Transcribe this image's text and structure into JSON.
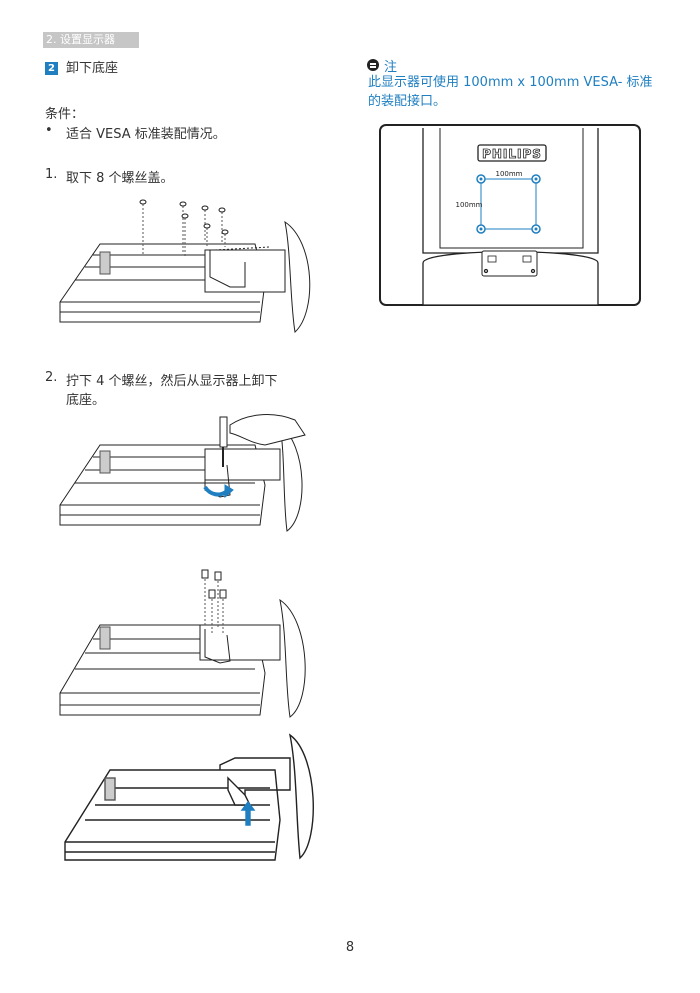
{
  "header": {
    "chapter": "2. 设置显示器"
  },
  "section": {
    "number": "2",
    "title": "卸下底座"
  },
  "conditions": {
    "label": "条件：",
    "bullet": "•",
    "item": "适合 VESA 标准装配情况。"
  },
  "steps": [
    {
      "num": "1.",
      "text": "取下 8 个螺丝盖。"
    },
    {
      "num": "2.",
      "line1": "拧下 4 个螺丝，然后从显示器上卸下",
      "line2": "底座。"
    }
  ],
  "note": {
    "title": "注",
    "body": "此显示器可使用 100mm x 100mm VESA- 标准的装配接口。"
  },
  "monitor_back": {
    "brand": "PHILIPS",
    "dim_h": "100mm",
    "dim_v": "100mm"
  },
  "colors": {
    "accent": "#1f7fc1",
    "header_gray": "#c6c6c6",
    "arrow": "#1f7fc1"
  },
  "page": {
    "number": "8"
  }
}
